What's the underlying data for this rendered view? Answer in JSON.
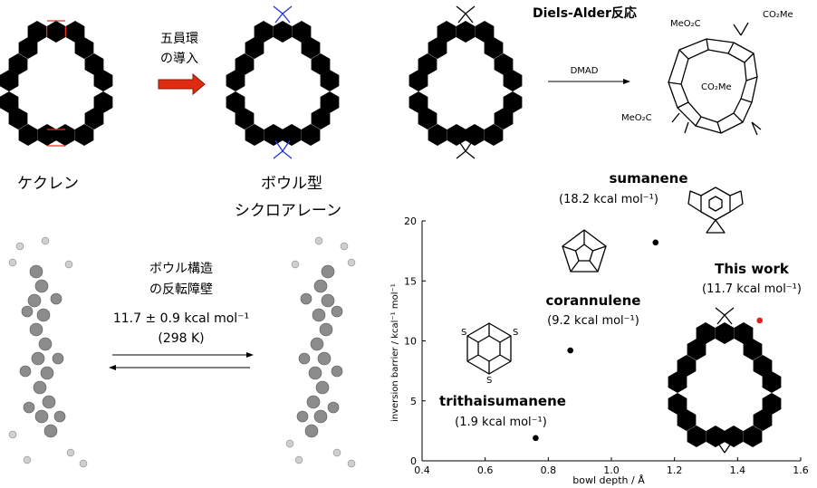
{
  "scheme": {
    "cyclene_label": "ケクレン",
    "arrow_label_line1": "五員環",
    "arrow_label_line2": "の導入",
    "bowl_label_line1": "ボウル型",
    "bowl_label_line2": "シクロアレーン",
    "diels_alder_title": "Diels-Alder反応",
    "reagent": "DMAD",
    "ester_1": "MeO₂C",
    "ester_2": "CO₂Me",
    "ester_3": "CO₂Me",
    "ester_4": "MeO₂C"
  },
  "inversion": {
    "title_line1": "ボウル構造",
    "title_line2": "の反転障壁",
    "value_line": "11.7 ± 0.9 kcal mol⁻¹",
    "temperature": "(298 K)"
  },
  "chart_data": {
    "type": "scatter",
    "xlabel": "bowl depth / Å",
    "ylabel": "inversion barrier / kcal⁻¹ mol⁻¹",
    "xlim": [
      0.4,
      1.6
    ],
    "ylim": [
      0,
      20
    ],
    "xticks": [
      "0.4",
      "0.6",
      "0.8",
      "1.0",
      "1.2",
      "1.4",
      "1.6"
    ],
    "yticks": [
      "0",
      "5",
      "10",
      "15",
      "20"
    ],
    "points": [
      {
        "name": "trithaisumanene",
        "value_label": "(1.9 kcal mol⁻¹)",
        "x": 0.76,
        "y": 1.9,
        "color": "#000000"
      },
      {
        "name": "corannulene",
        "value_label": "(9.2 kcal mol⁻¹)",
        "x": 0.87,
        "y": 9.2,
        "color": "#000000"
      },
      {
        "name": "sumanene",
        "value_label": "(18.2 kcal mol⁻¹)",
        "x": 1.14,
        "y": 18.2,
        "color": "#000000"
      },
      {
        "name": "This work",
        "value_label": "(11.7 kcal mol⁻¹)",
        "x": 1.47,
        "y": 11.7,
        "color": "#e02020"
      }
    ],
    "sulfur_label": "S"
  }
}
